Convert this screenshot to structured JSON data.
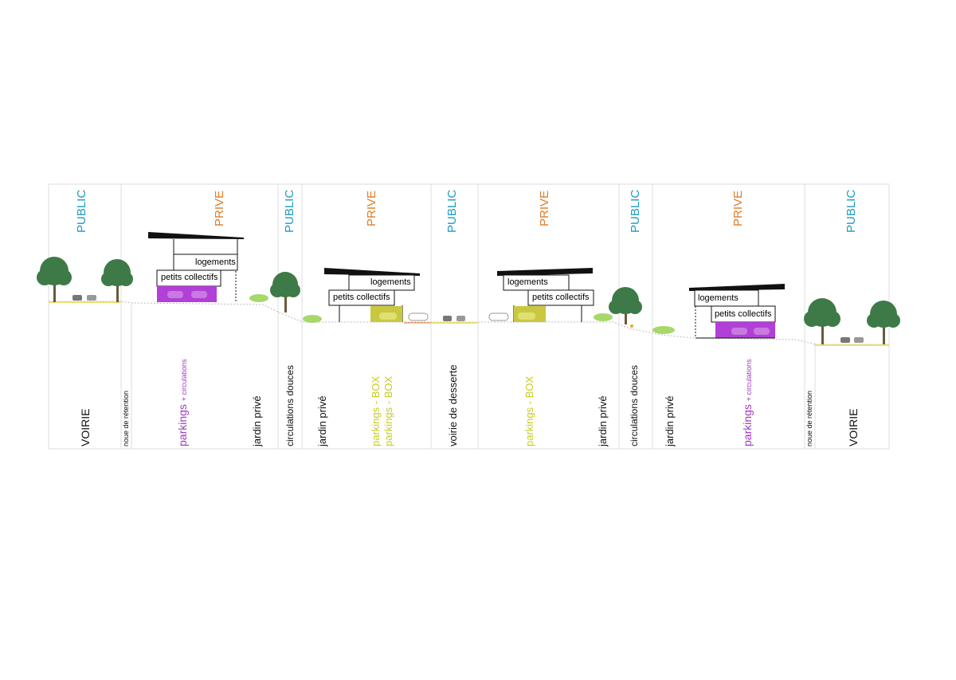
{
  "colors": {
    "public": "#1b9bc0",
    "prive": "#e07b25",
    "parkings_purple": "#a03ac0",
    "parkings_yellow": "#c8cc1e",
    "black": "#111111",
    "tree": "#3d7a48",
    "purple_fill": "#b23fd8",
    "yellow_fill": "#c9c840",
    "grid": "#dddddd"
  },
  "zones": {
    "public_1": "PUBLIC",
    "prive_1": "PRIVE",
    "public_2": "PUBLIC",
    "prive_2": "PRIVE",
    "public_3": "PUBLIC",
    "prive_3": "PRIVE",
    "public_4": "PUBLIC",
    "prive_4": "PRIVE",
    "public_5": "PUBLIC"
  },
  "uses": {
    "voirie_1": "VOIRIE",
    "noue_1": "noue de rétention",
    "parkings_1_main": "parkings",
    "parkings_1_sub": "+ circulations",
    "jardin_1": "jardin privé",
    "circulations_1": "circulations douces",
    "jardin_2": "jardin privé",
    "parkings_box_2a": "parkings - BOX",
    "parkings_box_2b": "parkings - BOX",
    "voirie_desserte": "voirie de desserte",
    "parkings_box_3": "parkings - BOX",
    "jardin_3": "jardin privé",
    "circulations_2": "circulations douces",
    "jardin_4": "jardin privé",
    "parkings_4_main": "parkings",
    "parkings_4_sub": "+ circulations",
    "noue_2": "noue de rétention",
    "voirie_2": "VOIRIE"
  },
  "buildings": {
    "b1_logements": "logements",
    "b1_petits": "petits collectifs",
    "b2_logements": "logements",
    "b2_petits": "petits collectifs",
    "b3_logements": "logements",
    "b3_petits": "petits collectifs",
    "b4_logements": "logements",
    "b4_petits": "petits collectifs"
  },
  "icons": [
    "tree-icon",
    "car-icon",
    "grass-icon",
    "flower-icon"
  ]
}
